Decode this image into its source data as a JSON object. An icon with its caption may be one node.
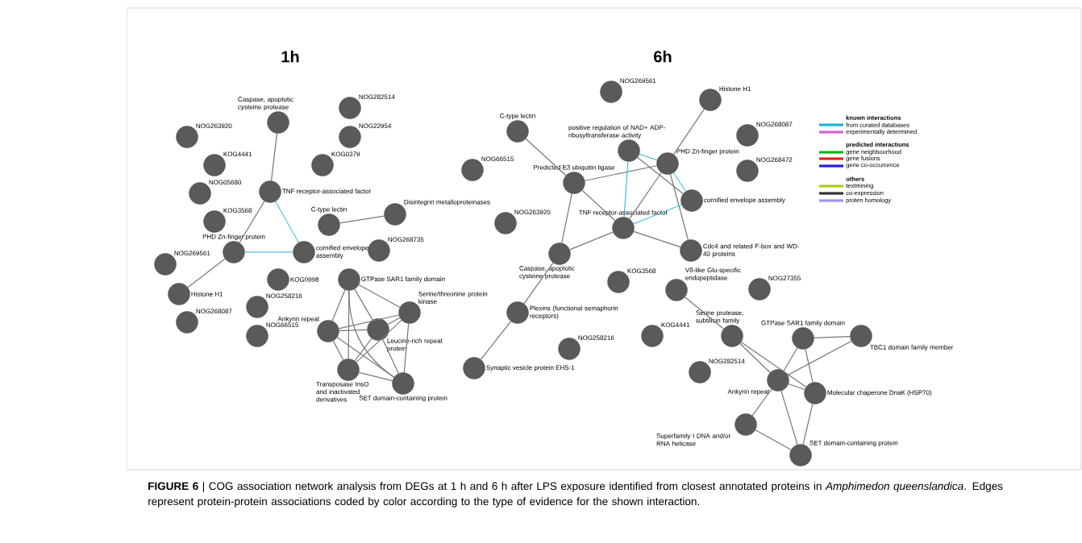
{
  "diagram": {
    "caption": "**FIGURE 6** | COG association network analysis from DEGs at 1 h and 6 h after LPS exposure identified from closest annotated proteins in *Amphimedon queenslandica*. Edges represent protein-protein associations coded by color according to the type of evidence for the shown interaction.",
    "nodes": [
      {
        "text": [
          "Caspase, apoptotic cysteine protease"
        ]
      },
      {
        "text": [
          "NOG282514"
        ]
      },
      {
        "text": [
          "NOG263920"
        ]
      },
      {
        "text": [
          "NOG22954"
        ]
      },
      {
        "text": [
          "KOG4441"
        ]
      },
      {
        "text": [
          "KOG0379"
        ]
      },
      {
        "text": [
          "NOG05680"
        ]
      },
      {
        "text": [
          "TNF receptor-associated factor"
        ]
      },
      {
        "text": [
          "C-type lectin"
        ]
      },
      {
        "text": [
          "Disintegrin metalloproteinases"
        ]
      },
      {
        "text": [
          "KOG3568"
        ]
      },
      {
        "text": [
          "PHD Zn-finger protein"
        ]
      },
      {
        "text": [
          "cornified envelope assembly"
        ]
      },
      {
        "text": [
          "NOG268735"
        ]
      },
      {
        "text": [
          "NOG269561"
        ]
      },
      {
        "text": [
          "Histone H1"
        ]
      },
      {
        "text": [
          "KOG0998"
        ]
      },
      {
        "text": [
          "NOG268087"
        ]
      },
      {
        "text": [
          "NOG258216"
        ]
      },
      {
        "text": [
          "NOG66515"
        ]
      },
      {
        "text": [
          "GTPase SAR1 family domain"
        ]
      },
      {
        "text": [
          "Serine/threonine protein kinase"
        ]
      },
      {
        "text": [
          "Ankyrin repeat"
        ]
      },
      {
        "text": [
          "Leucine-rich repeat protein"
        ]
      },
      {
        "text": [
          "Transposase InsO and inactivated derivatives"
        ]
      },
      {
        "text": [
          "SET domain-containing protein"
        ]
      },
      {
        "text": [
          "NOG269561"
        ]
      },
      {
        "text": [
          "Histone H1"
        ]
      },
      {
        "text": [
          "C-type lectin"
        ]
      },
      {
        "text": [
          "positive regulation of NAD+ ADP-ribosyltransferase activity"
        ]
      },
      {
        "text": [
          "NOG268087"
        ]
      },
      {
        "text": [
          "PHD Zn-finger protein"
        ]
      },
      {
        "text": [
          "NOG66515"
        ]
      },
      {
        "text": [
          "Predicted E3 ubiquitin ligase"
        ]
      },
      {
        "text": [
          "NOG268472"
        ]
      },
      {
        "text": [
          "cornified envelope assembly"
        ]
      },
      {
        "text": [
          "NOG263920"
        ]
      },
      {
        "text": [
          "TNF receptor-associated factor"
        ]
      },
      {
        "text": [
          "Cdc4 and related F-box and WD-40 proteins"
        ]
      },
      {
        "text": [
          "Caspase, apoptotic cysteine protease"
        ]
      },
      {
        "text": [
          "KOG3568"
        ]
      },
      {
        "text": [
          "V8-like Glu-specific endopeptidase"
        ]
      },
      {
        "text": [
          "NOG27355"
        ]
      },
      {
        "text": [
          "Plexins (functional semaphorin receptors)"
        ]
      },
      {
        "text": [
          "KOG4441"
        ]
      },
      {
        "text": [
          "Serine protease, subtilisin family"
        ]
      },
      {
        "text": [
          "NOG258216"
        ]
      },
      {
        "text": [
          "GTPase SAR1 family domain"
        ]
      },
      {
        "text": [
          "TBC1 domain family member"
        ]
      },
      {
        "text": [
          "NOG282514"
        ]
      },
      {
        "text": [
          "Ankyrin repeat"
        ]
      },
      {
        "text": [
          "Molecular chaperone DnaK (HSP70)"
        ]
      },
      {
        "text": [
          "Superfamily I DNA and/or RNA helicase"
        ]
      },
      {
        "text": [
          "Synaptic vesicle protein EHS-1"
        ]
      },
      {
        "text": [
          "SET domain-containing protein"
        ]
      }
    ],
    "edges": [
      {
        "from": 0,
        "to": 7,
        "arrow": "none"
      },
      {
        "from": 7,
        "to": 11,
        "arrow": "none"
      },
      {
        "from": 7,
        "to": 12,
        "arrow": "none",
        "color": "#1fb3d6"
      },
      {
        "from": 11,
        "to": 12,
        "arrow": "none",
        "color": "#1fb3d6"
      },
      {
        "from": 11,
        "to": 15,
        "arrow": "none"
      },
      {
        "from": 8,
        "to": 9,
        "arrow": "none"
      },
      {
        "from": 20,
        "to": 21,
        "arrow": "none"
      },
      {
        "from": 20,
        "to": 22,
        "arrow": "none"
      },
      {
        "from": 20,
        "to": 23,
        "arrow": "none"
      },
      {
        "from": 20,
        "to": 24,
        "arrow": "none"
      },
      {
        "from": 20,
        "to": 25,
        "arrow": "none"
      },
      {
        "from": 21,
        "to": 22,
        "arrow": "none"
      },
      {
        "from": 21,
        "to": 23,
        "arrow": "none"
      },
      {
        "from": 21,
        "to": 24,
        "arrow": "none"
      },
      {
        "from": 21,
        "to": 25,
        "arrow": "none"
      },
      {
        "from": 22,
        "to": 23,
        "arrow": "none"
      },
      {
        "from": 22,
        "to": 24,
        "arrow": "none"
      },
      {
        "from": 22,
        "to": 25,
        "arrow": "none"
      },
      {
        "from": 23,
        "to": 24,
        "arrow": "none"
      },
      {
        "from": 23,
        "to": 25,
        "arrow": "none"
      },
      {
        "from": 24,
        "to": 25,
        "arrow": "none"
      },
      {
        "from": 28,
        "to": 33,
        "arrow": "none"
      },
      {
        "from": 33,
        "to": 31,
        "arrow": "none"
      },
      {
        "from": 33,
        "to": 37,
        "arrow": "none"
      },
      {
        "from": 33,
        "to": 39,
        "arrow": "none"
      },
      {
        "from": 29,
        "to": 37,
        "arrow": "none",
        "color": "#1fb3d6"
      },
      {
        "from": 29,
        "to": 31,
        "arrow": "none",
        "color": "#1fb3d6"
      },
      {
        "from": 29,
        "to": 35,
        "arrow": "none"
      },
      {
        "from": 31,
        "to": 27,
        "arrow": "none"
      },
      {
        "from": 31,
        "to": 37,
        "arrow": "none"
      },
      {
        "from": 31,
        "to": 35,
        "arrow": "none",
        "color": "#1fb3d6"
      },
      {
        "from": 31,
        "to": 38,
        "arrow": "none"
      },
      {
        "from": 37,
        "to": 35,
        "arrow": "none",
        "color": "#1fb3d6"
      },
      {
        "from": 37,
        "to": 38,
        "arrow": "none"
      },
      {
        "from": 37,
        "to": 39,
        "arrow": "none"
      },
      {
        "from": 39,
        "to": 43,
        "arrow": "none"
      },
      {
        "from": 43,
        "to": 53,
        "arrow": "none"
      },
      {
        "from": 41,
        "to": 45,
        "arrow": "none"
      },
      {
        "from": 45,
        "to": 50,
        "arrow": "none"
      },
      {
        "from": 45,
        "to": 51,
        "arrow": "none"
      },
      {
        "from": 47,
        "to": 48,
        "arrow": "none"
      },
      {
        "from": 47,
        "to": 50,
        "arrow": "none"
      },
      {
        "from": 47,
        "to": 51,
        "arrow": "none"
      },
      {
        "from": 48,
        "to": 50,
        "arrow": "none"
      },
      {
        "from": 50,
        "to": 51,
        "arrow": "none"
      },
      {
        "from": 50,
        "to": 52,
        "arrow": "none"
      },
      {
        "from": 50,
        "to": 54,
        "arrow": "none"
      },
      {
        "from": 51,
        "to": 54,
        "arrow": "none"
      },
      {
        "from": 52,
        "to": 54,
        "arrow": "none"
      }
    ],
    "labels": [
      "1h",
      "6h",
      "known interactions",
      "predicted interactions",
      "others"
    ],
    "legend": [
      {
        "text": "from curated databases",
        "color": "#1fb3d6"
      },
      {
        "text": "experimentally determined",
        "color": "#d85fd8"
      },
      {
        "text": "gene neighbourhood",
        "color": "#19b219"
      },
      {
        "text": "gene fusions",
        "color": "#e52222"
      },
      {
        "text": "gene co-occurrence",
        "color": "#1f1fe0"
      },
      {
        "text": "textmining",
        "color": "#b3cc1a"
      },
      {
        "text": "co-expression",
        "color": "#333333"
      },
      {
        "text": "proten homology",
        "color": "#9999ee"
      }
    ]
  }
}
